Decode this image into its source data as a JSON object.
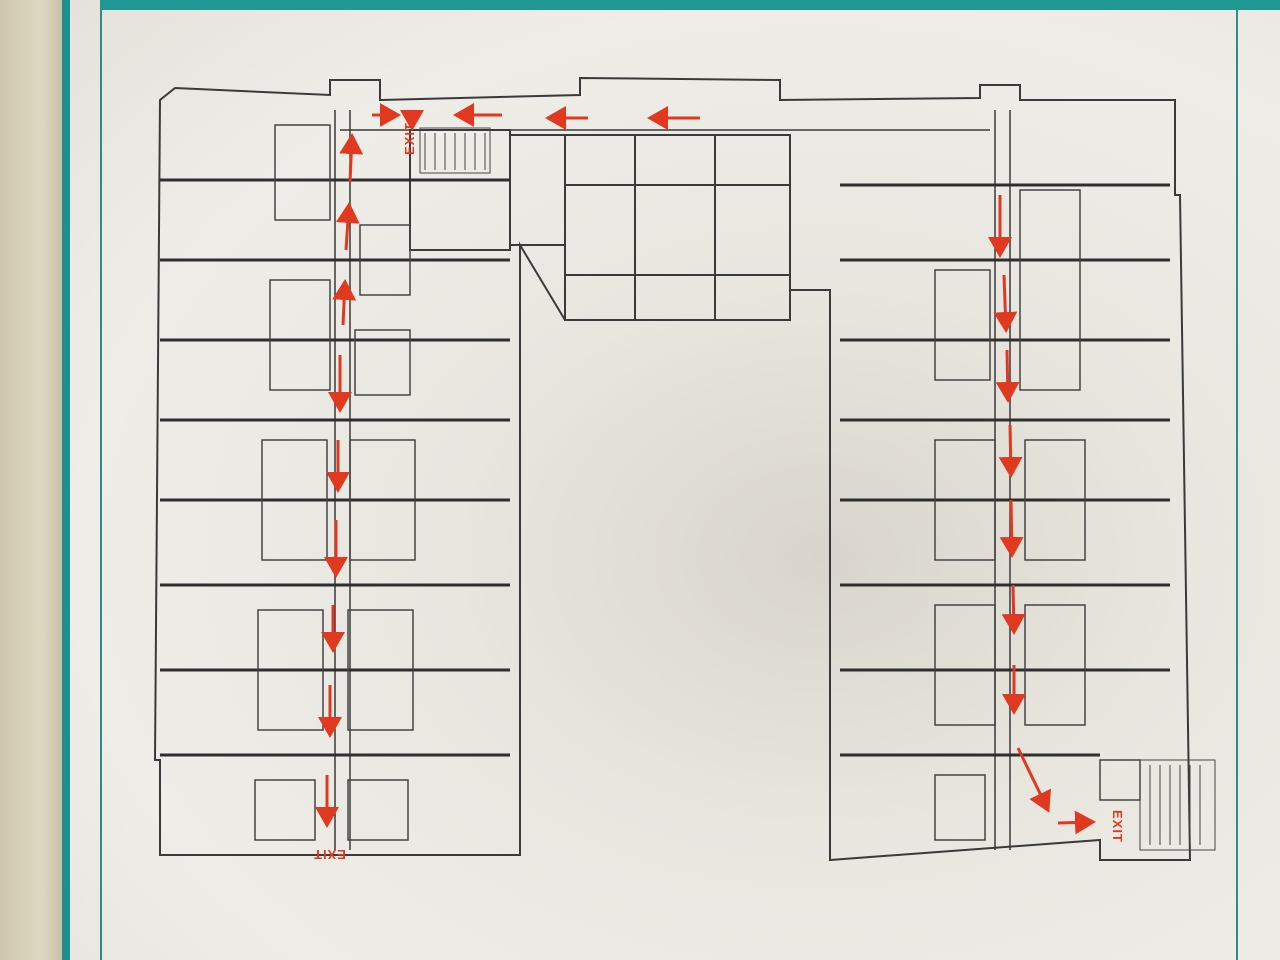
{
  "sign": {
    "frame_color": "#1f9894",
    "paper_color": "#ebe9e3",
    "wall_color": "#333333",
    "arrow_color": "#e0391f"
  },
  "exits": [
    {
      "id": "top",
      "label": "EXIT"
    },
    {
      "id": "bottom-left",
      "label": "EXIT"
    },
    {
      "id": "bottom-right",
      "label": "EXIT"
    }
  ]
}
